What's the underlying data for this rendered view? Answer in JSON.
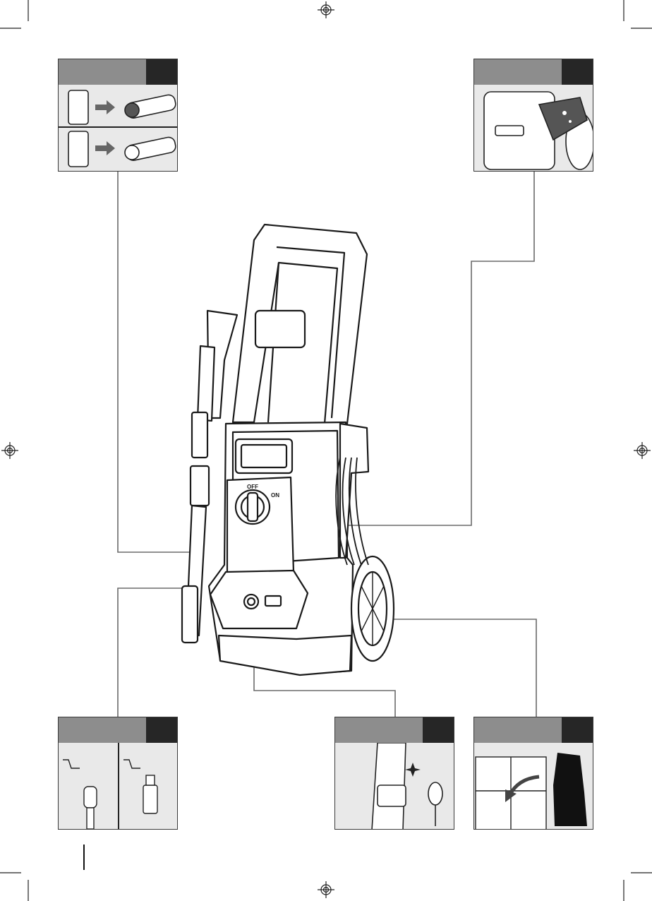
{
  "machine": {
    "knob_off_label": "OFF",
    "knob_on_label": "ON"
  },
  "panels": [
    {
      "id": "nozzles",
      "icons": [
        "nozzle-storage-icon",
        "arrow-right-icon",
        "nozzle-twist-icon"
      ]
    },
    {
      "id": "inlet-connection",
      "icons": [
        "inlet-connector-icon"
      ]
    },
    {
      "id": "lance-connection",
      "icons": [
        "cart-icon",
        "connector-icon"
      ]
    },
    {
      "id": "cleaning",
      "icons": [
        "brush-icon",
        "sparkle-icon"
      ]
    },
    {
      "id": "storage",
      "icons": [
        "cabinet-icon",
        "curved-arrow-icon",
        "pressure-washer-silhouette-icon"
      ]
    }
  ],
  "colors": {
    "header_gray": "#8d8d8d",
    "header_dark": "#262626",
    "panel_bg": "#e9e9e9",
    "line": "#6b6b6b"
  }
}
